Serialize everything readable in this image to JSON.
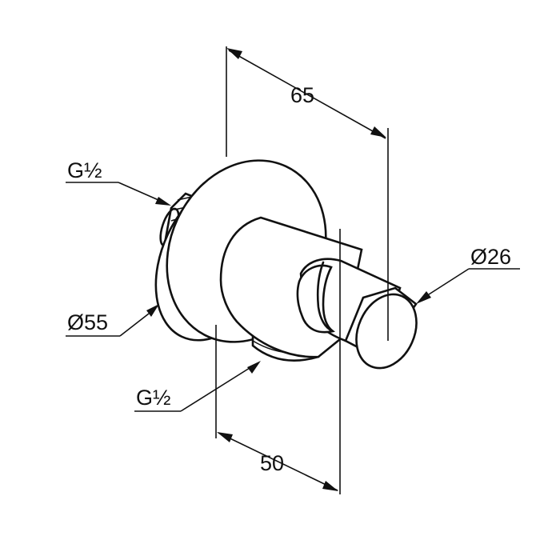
{
  "dimensions": {
    "depth_total": "65",
    "depth_wall": "50",
    "outlet_diameter": "Ø26",
    "rosette_diameter": "Ø55",
    "inlet_thread": "G½",
    "outlet_thread": "G½"
  }
}
